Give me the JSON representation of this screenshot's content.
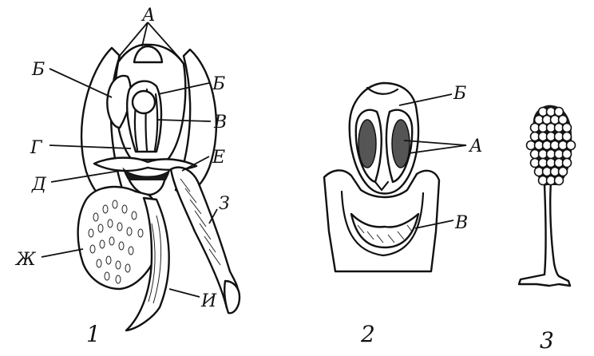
{
  "figures": [
    {
      "number": "1",
      "labels": {
        "a": "А",
        "b_left": "Б",
        "b_right": "Б",
        "v": "В",
        "g": "Г",
        "d": "Д",
        "e": "Е",
        "z": "З",
        "zh": "Ж",
        "i": "И"
      }
    },
    {
      "number": "2",
      "labels": {
        "b": "Б",
        "a": "А",
        "v": "В"
      }
    },
    {
      "number": "3",
      "labels": {}
    }
  ],
  "colors": {
    "ink": "#111111",
    "paper": "#ffffff"
  }
}
